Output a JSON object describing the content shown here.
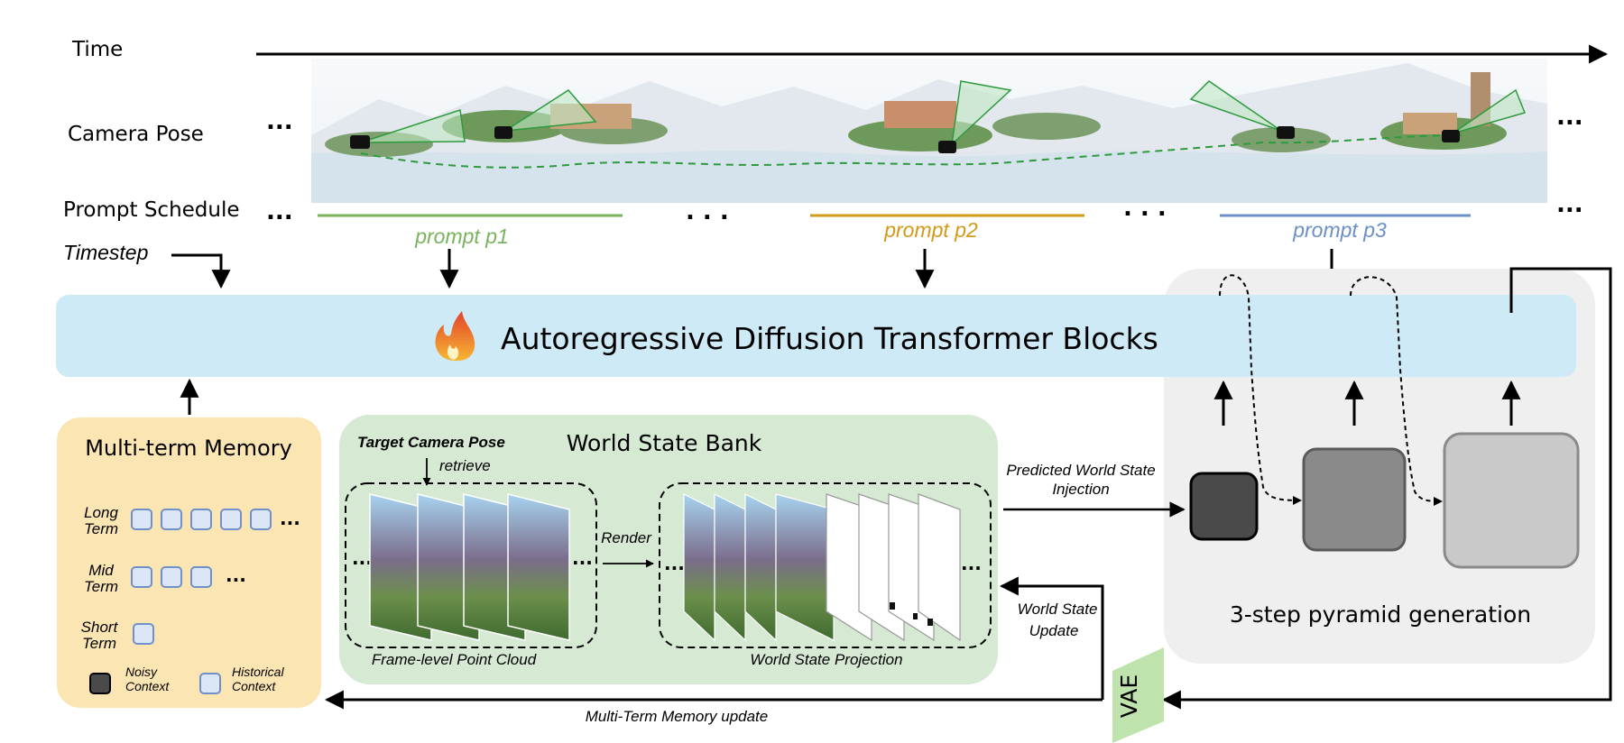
{
  "rows": {
    "time": "Time",
    "camera_pose": "Camera Pose",
    "prompt_schedule": "Prompt Schedule",
    "timestep": "Timestep"
  },
  "ellipsis": "...",
  "ellipsis_spaced": ". . .",
  "prompts": [
    {
      "label": "prompt p1",
      "color": "#79b35b"
    },
    {
      "label": "prompt p2",
      "color": "#d29a19"
    },
    {
      "label": "prompt p3",
      "color": "#6b8fc8"
    }
  ],
  "transformer": {
    "label": "Autoregressive Diffusion Transformer Blocks",
    "color": "#cdeaf6",
    "icon": "flame-icon"
  },
  "memory": {
    "title": "Multi-term Memory",
    "long": [
      "Long",
      "Term"
    ],
    "mid": [
      "Mid",
      "Term"
    ],
    "short": [
      "Short",
      "Term"
    ],
    "legend_noisy": [
      "Noisy",
      "Context"
    ],
    "legend_historical": [
      "Historical",
      "Context"
    ],
    "panel_color": "#fbe6b3",
    "slot_color": "#dbe6f6",
    "slot_border": "#6f90c9"
  },
  "world_state_bank": {
    "title": "World State Bank",
    "target_pose": "Target Camera Pose",
    "retrieve": "retrieve",
    "render": "Render",
    "point_cloud_label": "Frame-level Point  Cloud",
    "projection_label": "World State Projection",
    "panel_color": "#d5e9d3"
  },
  "arrows": {
    "predicted_injection": [
      "Predicted World State",
      "Injection"
    ],
    "world_state_update": [
      "World  State",
      "Update"
    ],
    "memory_update": "Multi-Term Memory update"
  },
  "vae": {
    "label": "VAE",
    "color": "#bfe3ad"
  },
  "pyramid": {
    "label": "3-step pyramid generation",
    "panel_color": "#efefef",
    "box_colors": [
      "#4a4a4a",
      "#8a8a8a",
      "#c9c9c9"
    ]
  }
}
